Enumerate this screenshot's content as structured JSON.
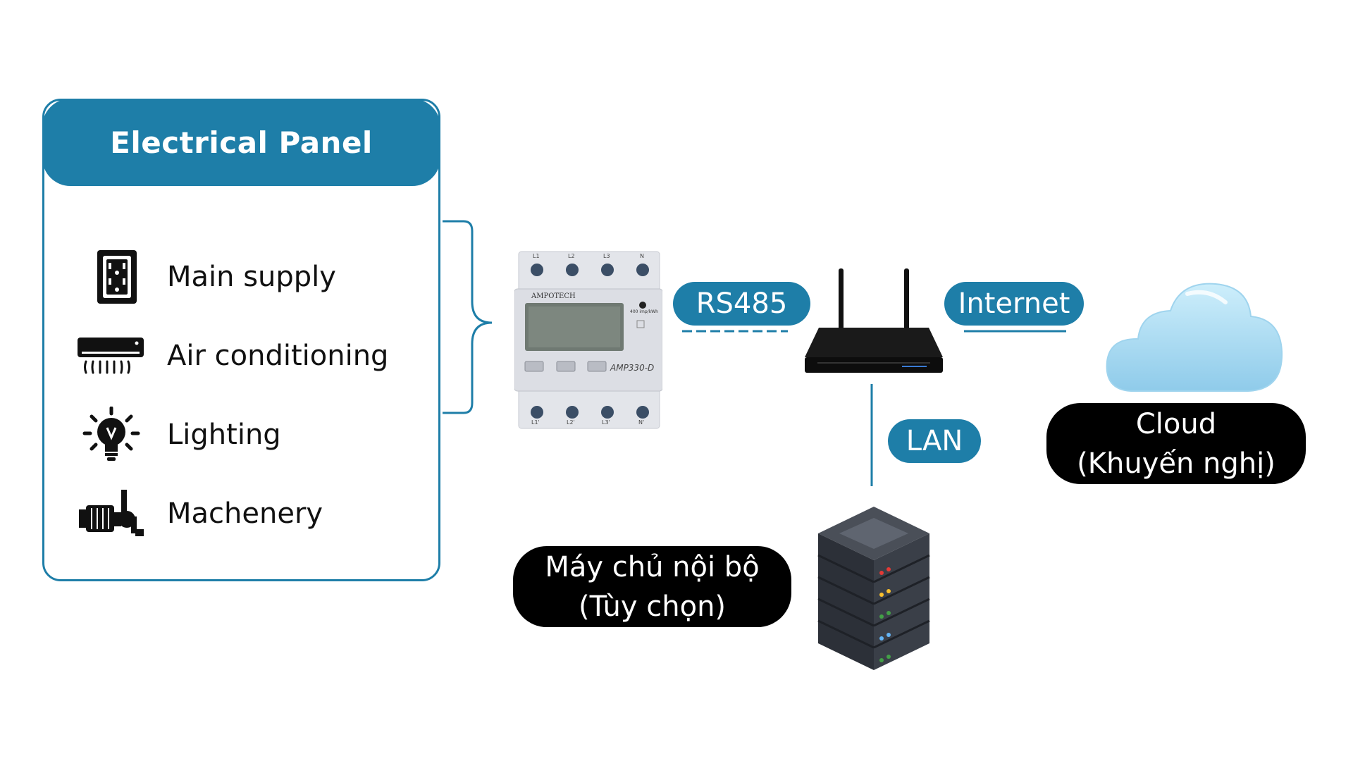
{
  "panel": {
    "title": "Electrical Panel",
    "items": [
      {
        "label": "Main supply",
        "icon": "power-outlet-icon"
      },
      {
        "label": "Air conditioning",
        "icon": "air-conditioner-icon"
      },
      {
        "label": "Lighting",
        "icon": "light-bulb-icon"
      },
      {
        "label": "Machenery",
        "icon": "pump-motor-icon"
      }
    ]
  },
  "meter": {
    "brand": "AMPOTECH",
    "model": "AMP330-D",
    "imp_text": "400 imp/kWh",
    "top_terminals": [
      "L1",
      "L2",
      "L3",
      "N"
    ],
    "bottom_terminals": [
      "L1'",
      "L2'",
      "L3'",
      "N'"
    ]
  },
  "links": {
    "rs485": "RS485",
    "internet": "Internet",
    "lan": "LAN"
  },
  "cloud": {
    "line1": "Cloud",
    "line2": "(Khuyến nghị)"
  },
  "server": {
    "line1": "Máy chủ nội bộ",
    "line2": "(Tùy chọn)"
  },
  "colors": {
    "accent": "#1e7ea8",
    "label_bg": "#000000",
    "cloud": "#a8dcf5"
  }
}
